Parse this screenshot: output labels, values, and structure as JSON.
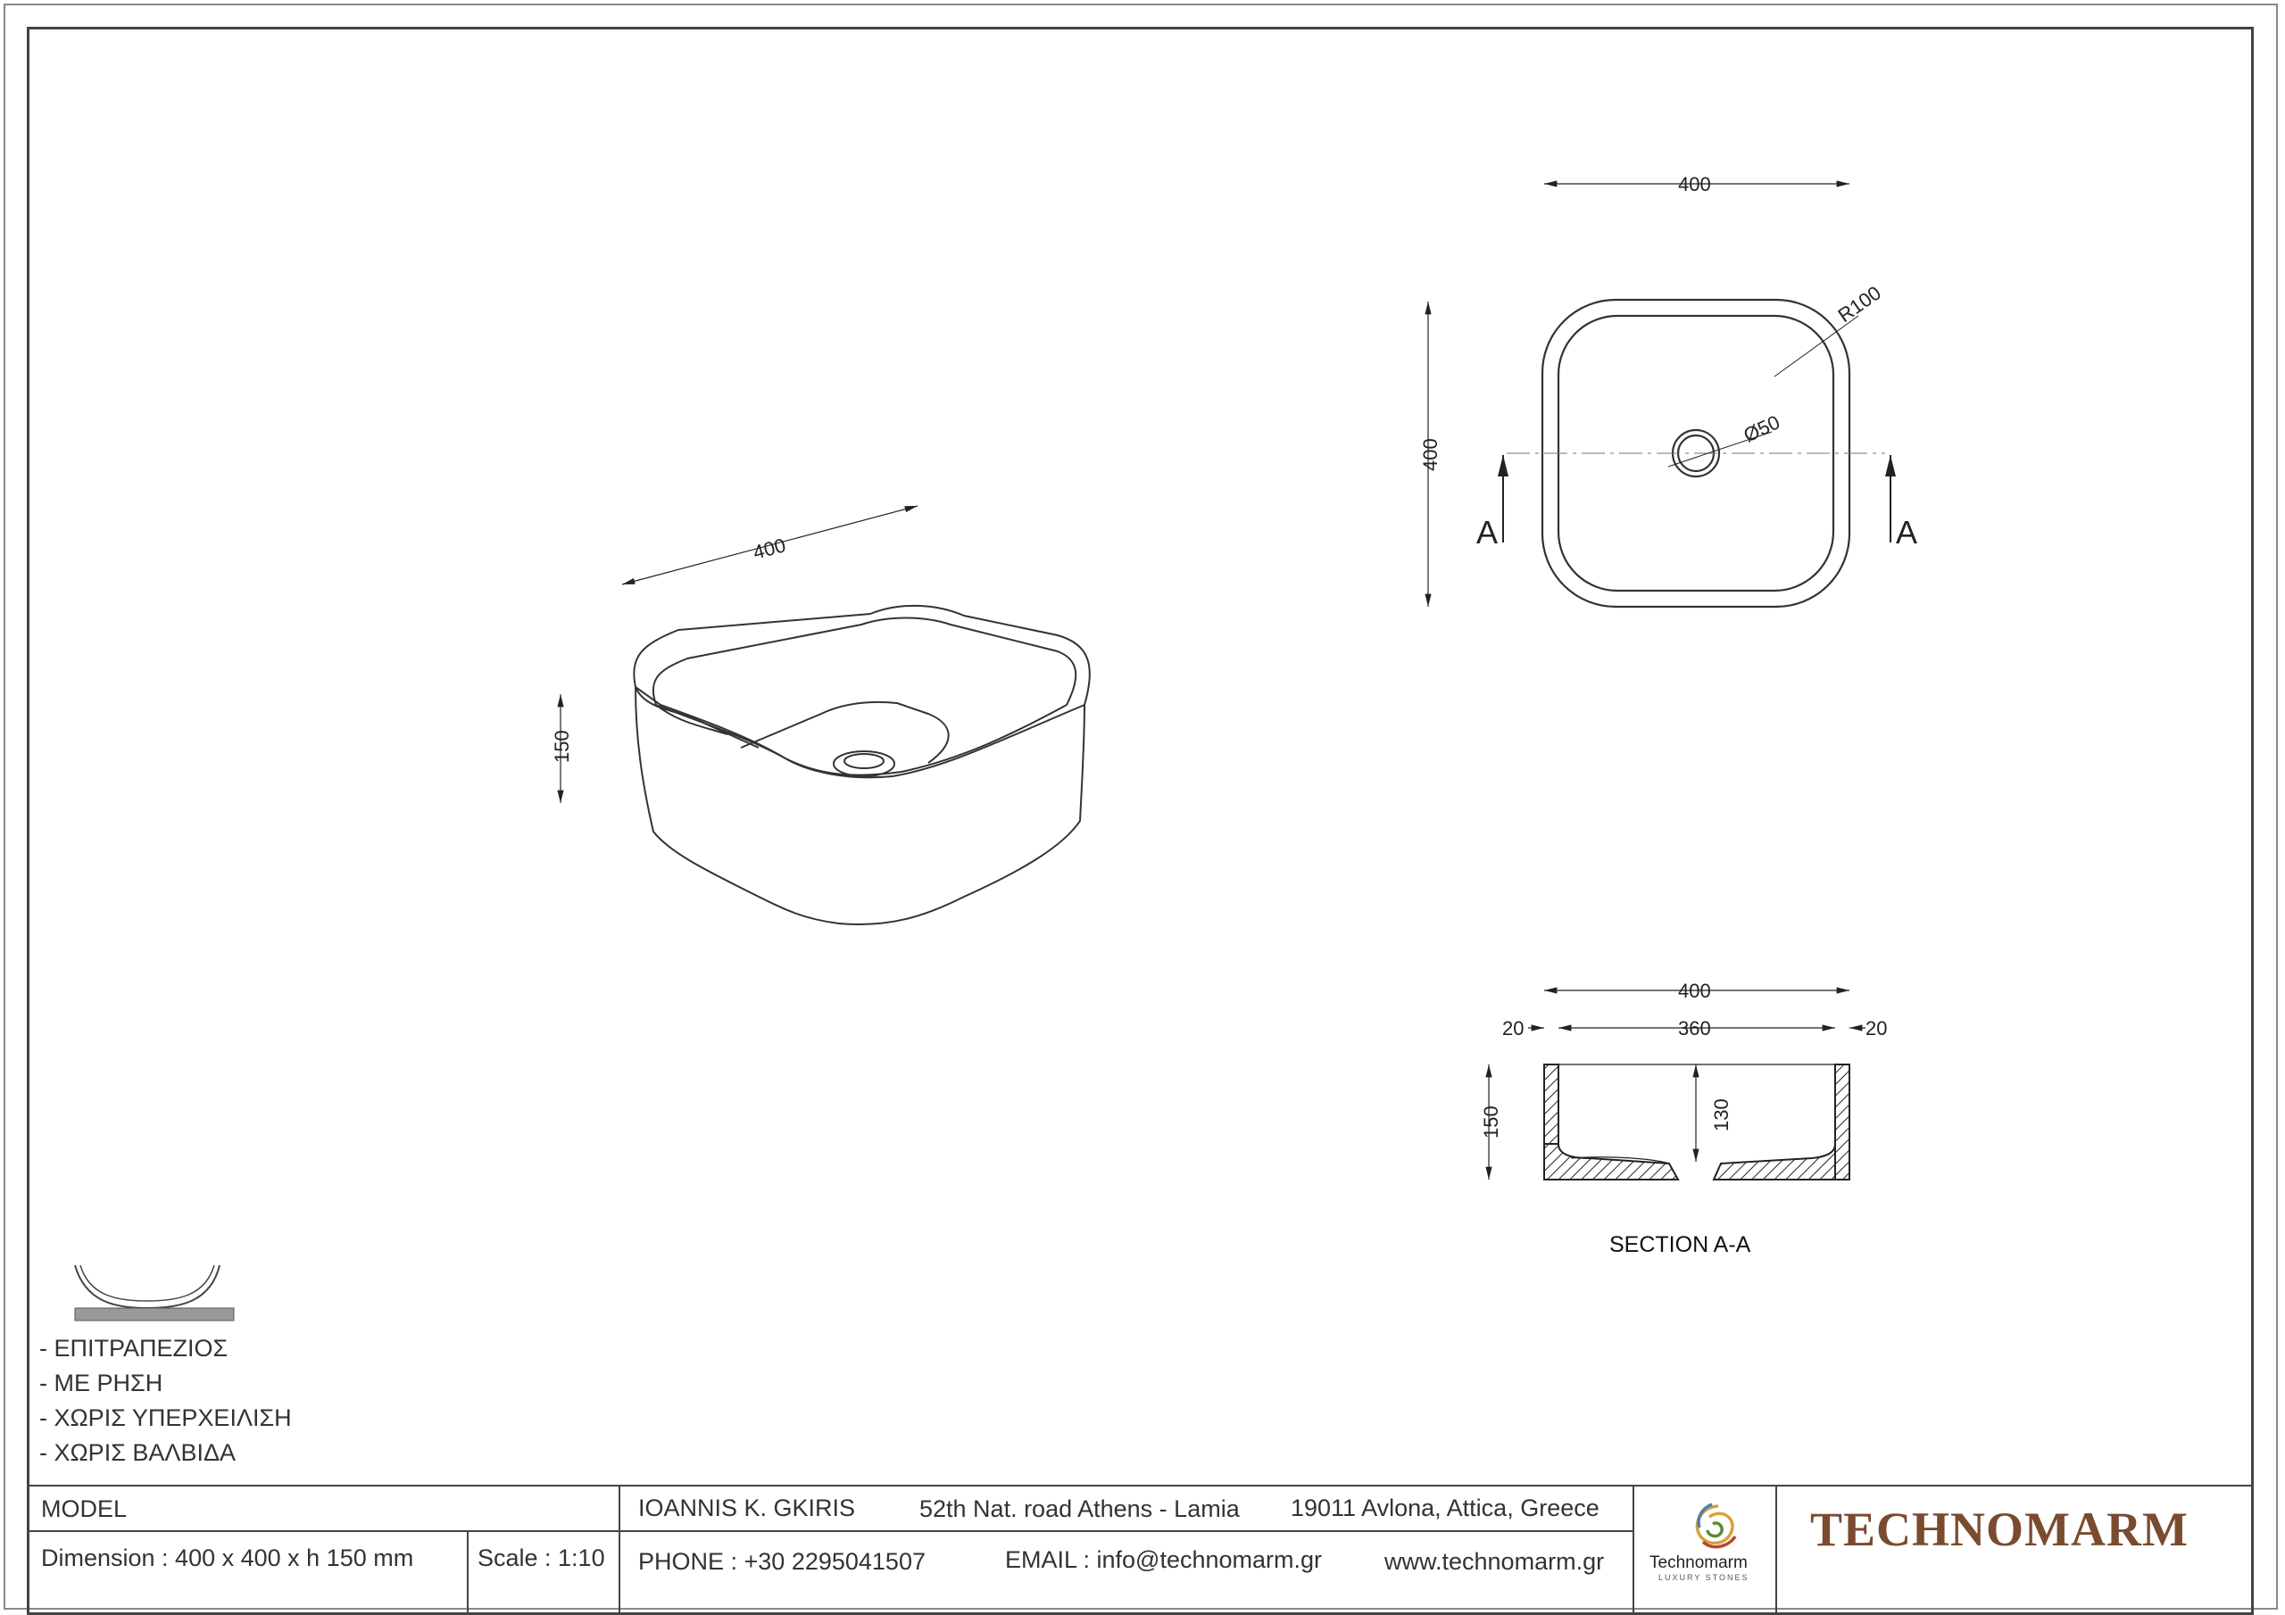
{
  "dimensions": {
    "iso_width": "400",
    "iso_height": "150",
    "top_width": "400",
    "top_height": "400",
    "radius": "R100",
    "drain": "Ø50",
    "section_marker_left": "A",
    "section_marker_right": "A",
    "section_width": "400",
    "section_inner": "360",
    "section_wall_left": "20",
    "section_wall_right": "20",
    "section_height": "150",
    "section_inner_height": "130"
  },
  "section_label": "SECTION  A-A",
  "notes": [
    "- ΕΠΙΤΡΑΠΕΖΙΟΣ",
    "-  ΜΕ ΡΗΣΗ",
    "-  ΧΩΡΙΣ ΥΠΕΡΧΕΙΛΙΣΗ",
    "-  ΧΩΡΙΣ ΒΑΛΒΙΔΑ"
  ],
  "title_block": {
    "model_label": "MODEL",
    "dimension": "Dimension :  400 x 400 x h 150 mm",
    "scale": "Scale : 1:10",
    "owner": "IOANNIS K. GKIRIS",
    "road": "52th Nat. road Athens - Lamia",
    "city": "19011 Avlona, Attica, Greece",
    "phone": "PHONE : +30 2295041507",
    "email": "EMAIL : info@technomarm.gr",
    "website": "www.technomarm.gr"
  },
  "brand": {
    "logo_name": "Technomarm",
    "logo_tagline": "LUXURY STONES",
    "wordmark": "TECHNOMARM",
    "brand_color": "#7a4b2e"
  }
}
